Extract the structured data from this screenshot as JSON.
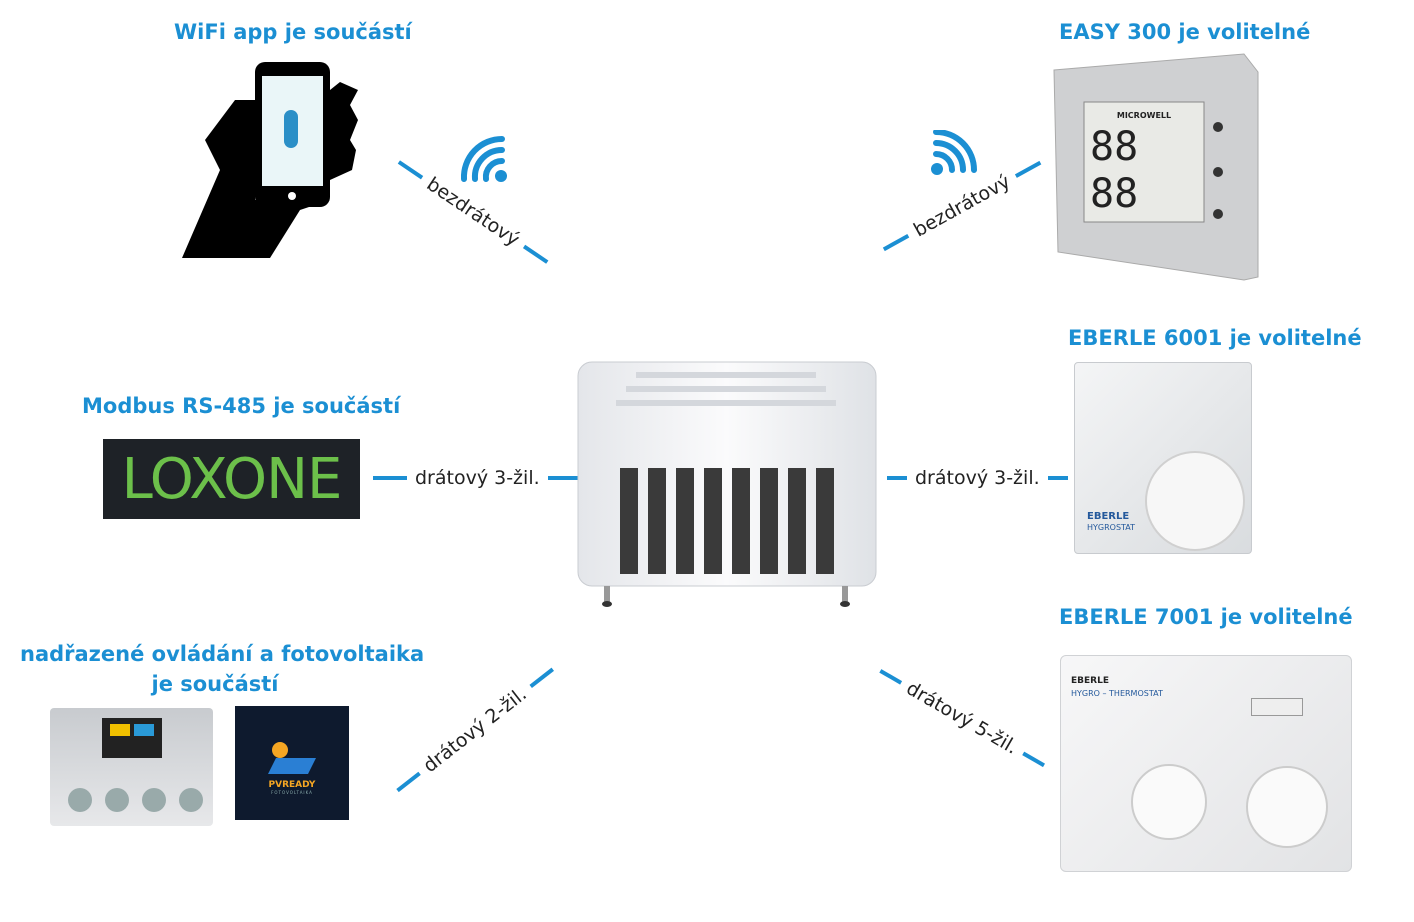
{
  "titles": {
    "wifi_app": "WiFi app je součástí",
    "easy300": "EASY 300 je volitelné",
    "modbus": "Modbus RS-485 je součástí",
    "eberle6001": "EBERLE 6001 je volitelné",
    "eberle7001": "EBERLE 7001 je volitelné",
    "upper_control_line1": "nadřazené ovládání a fotovoltaika",
    "upper_control_line2": "je součástí"
  },
  "connections": {
    "wifi_left": "bezdrátový",
    "wifi_right": "bezdrátový",
    "modbus": "drátový 3-žil.",
    "eberle6001": "drátový 3-žil.",
    "upper_control": "drátový 2-žil.",
    "eberle7001": "drátový 5-žil."
  },
  "logos": {
    "loxone": "LOXONE",
    "pvready": "PVREADY",
    "pvready_sub": "FOTOVOLTAIKA",
    "easy_brand": "MICROWELL",
    "eberle_brand": "EBERLE",
    "eberle6001_sub": "HYGROSTAT",
    "eberle7001_sub": "HYGRO – THERMOSTAT"
  },
  "colors": {
    "accent": "#1b8fd3",
    "loxone_bg": "#1e2227",
    "loxone_green": "#6cc04a",
    "pvready_bg": "#0e1a2e"
  }
}
